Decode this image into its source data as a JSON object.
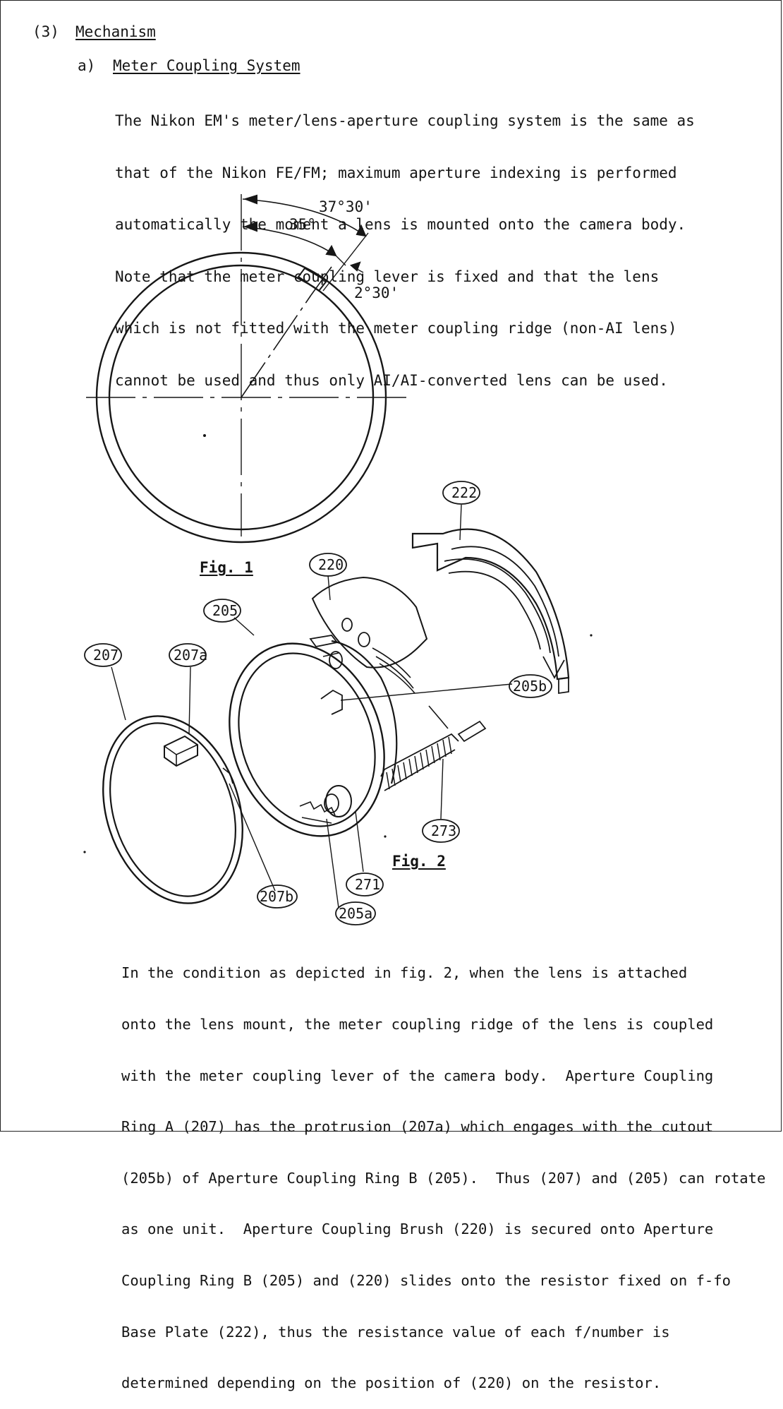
{
  "section": {
    "number": "(3)",
    "title": "Mechanism"
  },
  "subsection": {
    "label": "a)",
    "title": "Meter Coupling System"
  },
  "intro_lines": [
    "The Nikon EM's meter/lens-aperture coupling system is the same as",
    "that of the Nikon FE/FM; maximum aperture indexing is performed",
    "automatically the moment a lens is mounted onto the camera body.",
    "Note that the meter coupling lever is fixed and that the lens",
    "which is not fitted with the meter coupling ridge (non-AI lens)",
    "cannot be used and thus only AI/AI-converted lens can be used."
  ],
  "fig1": {
    "caption": "Fig. 1",
    "angle_large": "37°30'",
    "angle_medium": "35°",
    "angle_small": "2°30'"
  },
  "fig2": {
    "caption": "Fig. 2",
    "labels": {
      "p222": "222",
      "p220": "220",
      "p205": "205",
      "p207": "207",
      "p207a": "207a",
      "p205b": "205b",
      "p273": "273",
      "p271": "271",
      "p207b": "207b",
      "p205a": "205a"
    }
  },
  "body_lines": [
    "In the condition as depicted in fig. 2, when the lens is attached",
    "onto the lens mount, the meter coupling ridge of the lens is coupled",
    "with the meter coupling lever of the camera body.  Aperture Coupling",
    "Ring A (207) has the protrusion (207a) which engages with the cutout",
    "(205b) of Aperture Coupling Ring B (205).  Thus (207) and (205) can rotate",
    "as one unit.  Aperture Coupling Brush (220) is secured onto Aperture",
    "Coupling Ring B (205) and (220) slides onto the resistor fixed on f-fo",
    "Base Plate (222), thus the resistance value of each f/number is",
    "determined depending on the position of (220) on the resistor."
  ]
}
